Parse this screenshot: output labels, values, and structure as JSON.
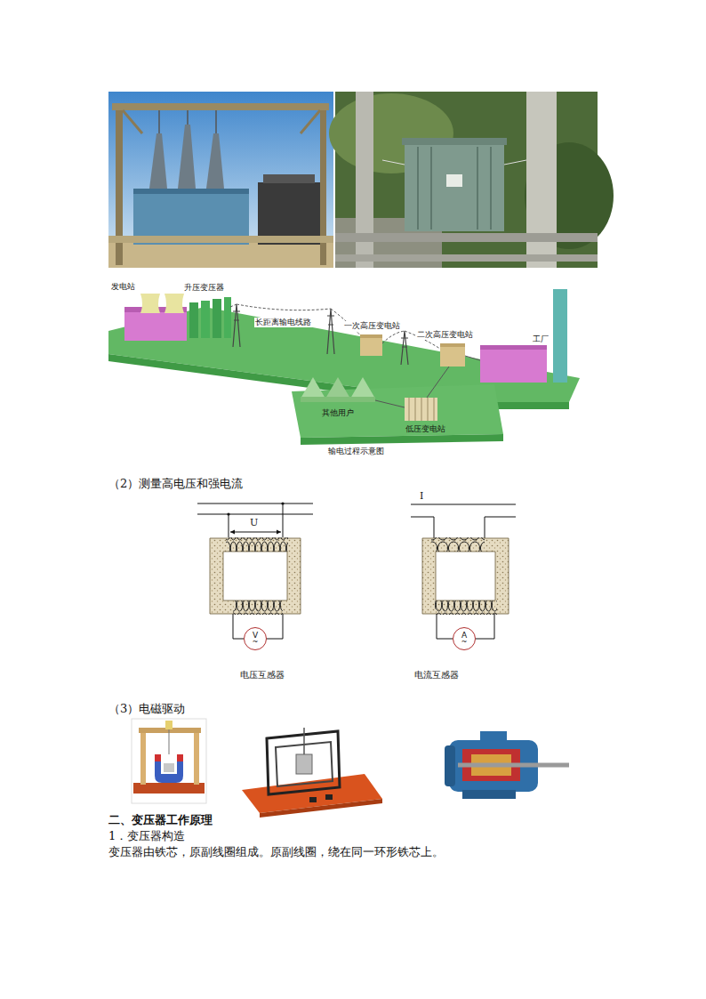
{
  "diagram": {
    "nodes": [
      {
        "text": [
          "V",
          "~"
        ]
      },
      {
        "text": [
          "A",
          "~"
        ]
      }
    ],
    "labels": [
      "发电站",
      "升压变压器",
      "长距离输电线路",
      "一次高压变电站",
      "二次高压变电站",
      "工厂",
      "其他用户",
      "低压变电站",
      "输电过程示意图",
      "（2）测量高电压和强电流",
      "U",
      "I",
      "电压互感器",
      "电流互感器",
      "（3）电磁驱动",
      "二、变压器工作原理",
      "1．变压器构造",
      "变压器由铁芯，原副线圈组成。原副线圈，绕在同一环形铁芯上。"
    ]
  }
}
